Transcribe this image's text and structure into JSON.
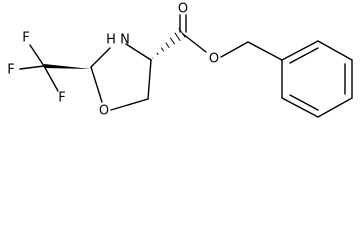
{
  "molecule": {
    "atoms": {
      "F1": "F",
      "F2": "F",
      "F3": "F",
      "N": "H N",
      "O_ring": "O",
      "O_carbonyl": "O",
      "O_ester": "O"
    }
  }
}
